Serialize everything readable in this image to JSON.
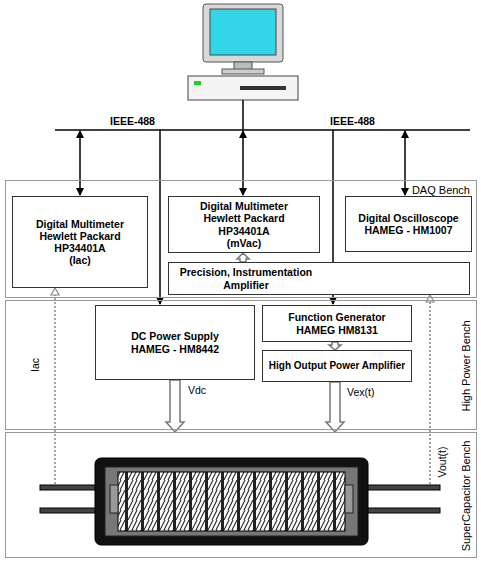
{
  "diagram": {
    "nodes": [
      {
        "text": [
          "DAQ Bench"
        ]
      },
      {
        "text": [
          "Digital Multimeter Hewlett Packard HP34401A",
          "(Iac)"
        ],
        "in": 0
      },
      {
        "text": [
          "Digital Multimeter Hewlett Packard HP34401A",
          "(mVac)"
        ],
        "in": 0
      },
      {
        "text": [
          "Digital Oscilloscope HAMEG - HM1007"
        ],
        "in": 0
      },
      {
        "text": [
          "Precision, Instrumentation Amplifier"
        ],
        "in": 0
      },
      {
        "text": [
          "High Power Bench"
        ]
      },
      {
        "text": [
          "DC Power Supply HAMEG - HM8442"
        ],
        "in": 5
      },
      {
        "text": [
          "Function Generator HAMEG HM8131"
        ],
        "in": 5
      },
      {
        "text": [
          "High Output Power Amplifier"
        ],
        "in": 5
      },
      {
        "text": [
          "SuperCapacitor Bench"
        ]
      }
    ],
    "edges": [
      {
        "from": 4,
        "to": 2,
        "arrow": "to"
      },
      {
        "from": 7,
        "to": 8,
        "arrow": "to"
      },
      {
        "from": 6,
        "to": 9,
        "arrow": "to"
      },
      {
        "from": 8,
        "to": 9,
        "arrow": "to"
      },
      {
        "from": 9,
        "to": 1,
        "arrow": "to"
      },
      {
        "from": 9,
        "to": 4,
        "arrow": "to"
      }
    ],
    "labels": [
      "IEEE-488",
      "IEEE-488",
      "Iac",
      "Vdc",
      "Vex(t)",
      "Vout(t)"
    ]
  }
}
